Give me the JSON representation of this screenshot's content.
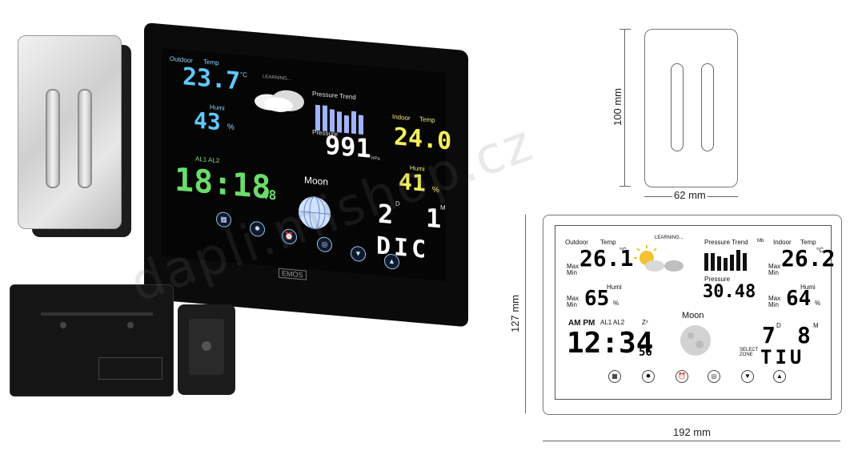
{
  "display": {
    "outdoor_label": "Outdoor",
    "temp_label": "Temp",
    "outdoor_temp": "23.7",
    "unit_c": "°C",
    "humi_label": "Humi",
    "outdoor_humi": "43",
    "unit_pct": "%",
    "learning": "LEARNING...",
    "pressure_trend": "Pressure Trend",
    "pressure_label": "Pressure",
    "pressure": "991",
    "unit_hpa": "hPa",
    "indoor_label": "Indoor",
    "indoor_temp": "24.0",
    "indoor_humi": "41",
    "alarm_labels": "AL1 AL2",
    "time": "18:18",
    "seconds": "48",
    "moon_label": "Moon",
    "day": "2",
    "day_marker": "D",
    "month": "1",
    "month_marker": "M",
    "weekday": "DIC",
    "brand": "EMOS"
  },
  "drawing": {
    "sensor_height": "100 mm",
    "sensor_width": "62 mm",
    "station_height": "127 mm",
    "station_width": "192 mm",
    "outdoor_label": "Outdoor",
    "temp_label": "Temp",
    "outdoor_temp": "26.1",
    "max_label": "Max",
    "min_label": "Min",
    "humi_label": "Humi",
    "outdoor_humi": "65",
    "unit_pct": "%",
    "unit_c": "°C",
    "learning": "LEARNING...",
    "pressure_trend": "Pressure Trend",
    "pressure_label": "Pressure",
    "pressure": "30.48",
    "indoor_label": "Indoor",
    "indoor_temp": "26.2",
    "indoor_humi": "64",
    "ampm": "AM PM",
    "alarm_labels": "AL1 AL2",
    "snooze": "Zᶻ",
    "time": "12:34",
    "seconds": "56",
    "moon_label": "Moon",
    "day": "7",
    "day_marker": "D",
    "month": "8",
    "month_marker": "M",
    "weekday": "TIU",
    "select_zone": "SELECT ZONE",
    "mb_label": "Mb"
  },
  "watermark": "dapli.mishop.cz",
  "icons": [
    "grid-icon",
    "gear-icon",
    "alarm-icon",
    "radio-icon",
    "down-arrow-icon",
    "up-arrow-icon",
    "sun-cloud-icon",
    "moon-icon"
  ]
}
